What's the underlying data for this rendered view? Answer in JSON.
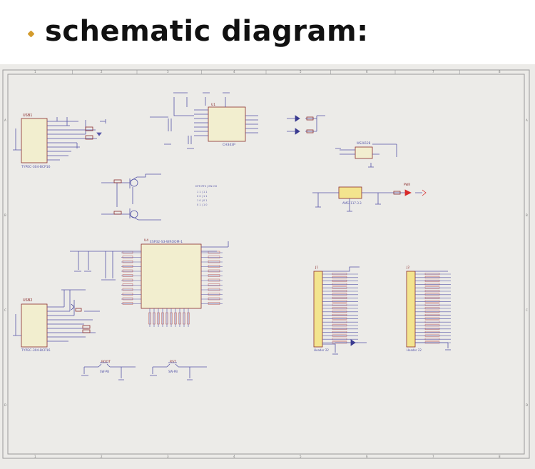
{
  "heading": {
    "bullet_icon": "diamond-bullet",
    "title": "schematic diagram:"
  },
  "colors": {
    "wire": "#5656a8",
    "pin": "#b03a3a",
    "component": "#8a2c2c",
    "chip_fill": "#f2eecf",
    "led": "#d82b2b",
    "ldo_fill": "#f3e48e",
    "bullet": "#d39b2c"
  },
  "frame": {
    "columns": [
      "1",
      "2",
      "3",
      "4",
      "5",
      "6",
      "7",
      "8"
    ],
    "rows": [
      "A",
      "B",
      "C",
      "D"
    ]
  },
  "labels": {
    "usb1_title": "USB1",
    "usb1_part": "TYPEC-304-BCP16",
    "usb2_title": "USB2",
    "usb2_part": "TYPEC-304-BCP16",
    "u1_title": "U1",
    "u1_part": "CH343P",
    "esp_title": "U4",
    "esp_part": "ESP32-S3-WROOM-1",
    "header1_title": "J1",
    "header1_part": "Header 22",
    "header2_title": "J2",
    "header2_part": "Header 22",
    "ldo_part": "AMS1117-3.3",
    "led_label": "PWR",
    "boot_title": "BOOT",
    "boot_part": "SW-PB",
    "rst_title": "RST",
    "rst_part": "SW-PB",
    "rgb_part": "WS2812B"
  }
}
